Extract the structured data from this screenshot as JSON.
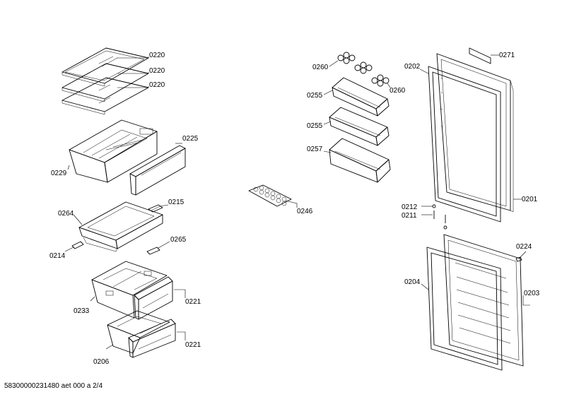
{
  "footer": "58300000231480 aet 000 a 2/4",
  "labels": {
    "glass_shelf_1": "0220",
    "glass_shelf_2": "0220",
    "glass_shelf_3": "0220",
    "crisper_cover": "0225",
    "crisper_drawer": "0229",
    "slide_rail_right": "0215",
    "tray": "0264",
    "slide_rail_left": "0214",
    "rail_small": "0265",
    "freezer_front_1": "0221",
    "freezer_basket_1": "0233",
    "freezer_front_2": "0221",
    "freezer_basket_2": "0206",
    "egg_holder_1": "0260",
    "egg_holder_2": "0260",
    "door_shelf_1": "0255",
    "door_shelf_2": "0255",
    "bottle_shelf": "0257",
    "egg_tray": "0246",
    "door_gasket_upper": "0202",
    "door_label": "0271",
    "door_upper": "0201",
    "screw_cap": "0212",
    "screw": "0211",
    "hinge_cover": "0224",
    "door_gasket_lower": "0204",
    "door_lower": "0203"
  }
}
